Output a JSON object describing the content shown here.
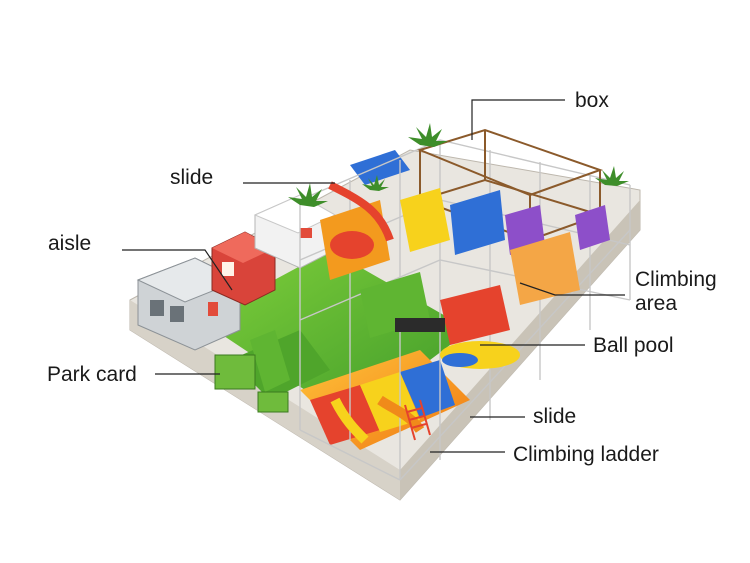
{
  "callouts": {
    "box": "box",
    "slide_top": "slide",
    "aisle": "aisle",
    "climbing_line1": "Climbing",
    "climbing_line2": "area",
    "ball_pool": "Ball pool",
    "park_card": "Park card",
    "slide_bottom": "slide",
    "climbing_ladder": "Climbing ladder"
  },
  "colors": {
    "frame": "#c7c7c7",
    "floor_green": "#5fb532",
    "floor_orange": "#f39a1e",
    "accent_yellow": "#f7d21c",
    "accent_red": "#e5432d",
    "accent_blue": "#2f6fd6",
    "accent_purple": "#8d4fc9",
    "roof_brown": "#8b5a2b"
  }
}
